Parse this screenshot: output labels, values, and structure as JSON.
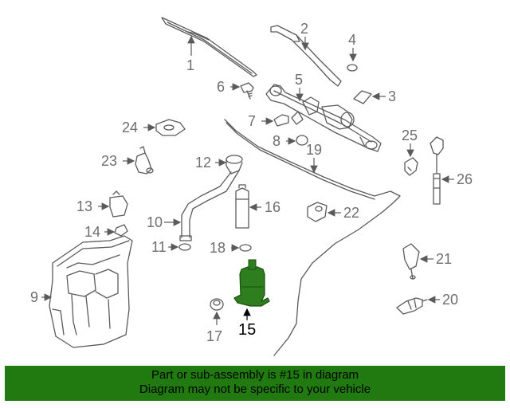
{
  "colors": {
    "line": "#5a5a5a",
    "label": "#6e6e6e",
    "highlight_part": "#2e7d1f",
    "highlight_label": "#000000",
    "banner_bg": "#217a10"
  },
  "parts": {
    "p1": "1",
    "p2": "2",
    "p3": "3",
    "p4": "4",
    "p5": "5",
    "p6": "6",
    "p7": "7",
    "p8": "8",
    "p9": "9",
    "p10": "10",
    "p11": "11",
    "p12": "12",
    "p13": "13",
    "p14": "14",
    "p15": "15",
    "p16": "16",
    "p17": "17",
    "p18": "18",
    "p19": "19",
    "p20": "20",
    "p21": "21",
    "p22": "22",
    "p23": "23",
    "p24": "24",
    "p25": "25",
    "p26": "26"
  },
  "banner": {
    "line1": "Part or sub-assembly is #15 in diagram",
    "line2": "Diagram may not be specific to your vehicle"
  }
}
